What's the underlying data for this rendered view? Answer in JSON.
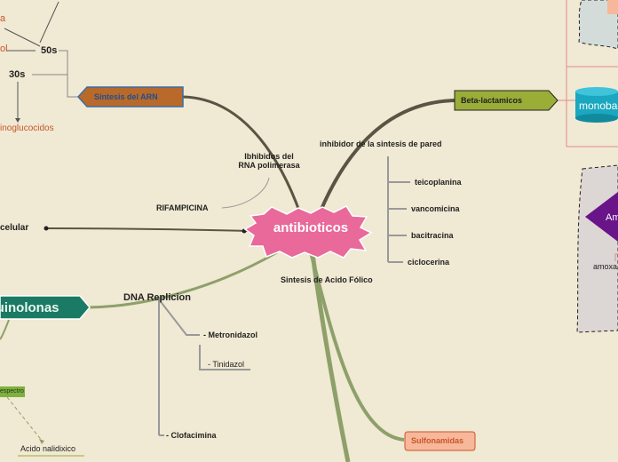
{
  "central_topic": "antibioticos",
  "colors": {
    "background": "#f0e9d3",
    "central": "#e8699a",
    "arn_node": "#b9692a",
    "beta_node": "#9aad37",
    "quinolonas_node": "#1a7a63",
    "sulfonamidas_node": "#f7b79a",
    "orange_text": "#c8552a",
    "purple": "#6a1489"
  },
  "nodes": {
    "sintesis_arn": "Síntesis del ARN",
    "beta_lactamicos": "Beta-lactamicos",
    "quinolonas": "Quinolonas",
    "sulfonamidas": "Sulfonamidas",
    "monobactamicos": "monobac",
    "amino": "Am",
    "amoxa": "amoxa"
  },
  "labels": {
    "n50s": "50s",
    "n30s": "30s",
    "aminoglucocidos": "Aminoglucocidos",
    "ol": "ol",
    "a": "a",
    "ibhibidos": "Ibhibidos del RNA polimerasa",
    "rifampicina": "RIFAMPICINA",
    "pared_celular": "celular",
    "inhibidor_pared": "inhibidor de la sintesis de pared",
    "teicoplanina": "teicoplanina",
    "vancomicina": "vancomicina",
    "bacitracina": "bacitracina",
    "ciclocerina": "ciclocerina",
    "sintesis_folico": "Sintesis de Acido Fólico",
    "dna_replicion": "DNA Replicion",
    "metronidazol": "- Metronidazol",
    "tinidazol": "- Tinidazol",
    "clofacimina": "- Clofacimina",
    "espectro": "espectro",
    "acido_nalidixico": "Acido nalidixico"
  }
}
